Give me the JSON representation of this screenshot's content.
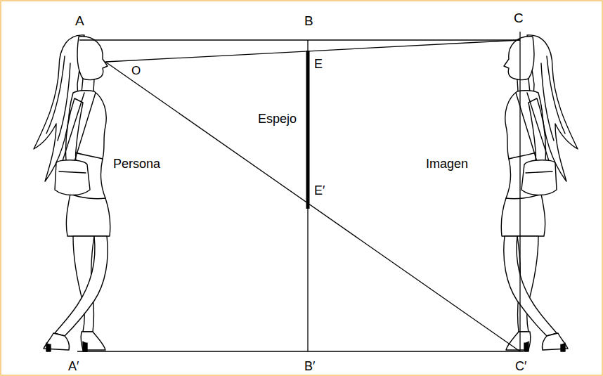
{
  "diagram": {
    "labels": [
      "A",
      "B",
      "C",
      "O",
      "E",
      "Espejo",
      "Persona",
      "E′",
      "Imagen",
      "A′",
      "B′",
      "C′"
    ]
  }
}
